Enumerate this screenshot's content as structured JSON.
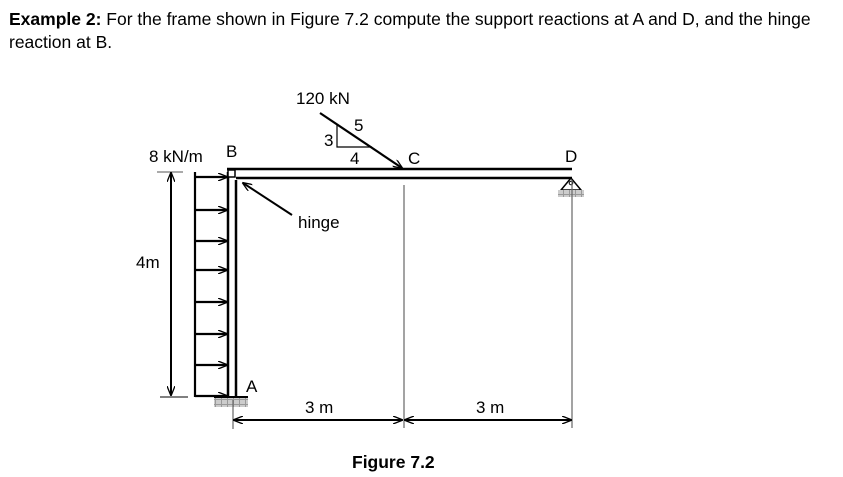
{
  "problem": {
    "label": "Example 2:",
    "text": " For the frame shown in Figure 7.2 compute the support reactions at A and D, and the hinge reaction at B."
  },
  "figure": {
    "load_force": "120 kN",
    "slope_3": "3",
    "slope_4": "4",
    "slope_5": "5",
    "dist_load": "8 kN/m",
    "point_A": "A",
    "point_B": "B",
    "point_C": "C",
    "point_D": "D",
    "hinge": "hinge",
    "height": "4m",
    "span1": "3 m",
    "span2": "3 m",
    "caption": "Figure 7.2"
  }
}
